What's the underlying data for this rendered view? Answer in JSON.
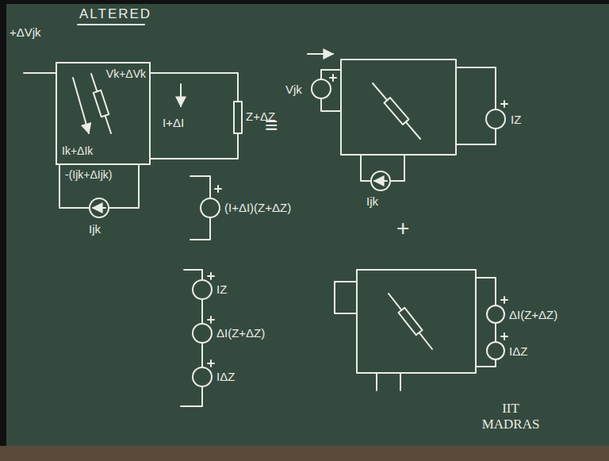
{
  "diagram": {
    "nodes": [
      {
        "text": [
          "Vk+ΔVk",
          "Ik+ΔIk"
        ]
      }
    ],
    "labels": [
      "ALTERED",
      "+ΔVjk",
      "I+ΔI",
      "Z+ΔZ",
      "-(Ijk+ΔIjk)",
      "Ijk",
      "≡",
      "Vjk",
      "IZ",
      "Ijk",
      "(I+ΔI)(Z+ΔZ)",
      "+",
      "IZ",
      "ΔI(Z+ΔZ)",
      "IΔZ",
      "ΔI(Z+ΔZ)",
      "IΔZ",
      "IIT MADRAS"
    ]
  }
}
